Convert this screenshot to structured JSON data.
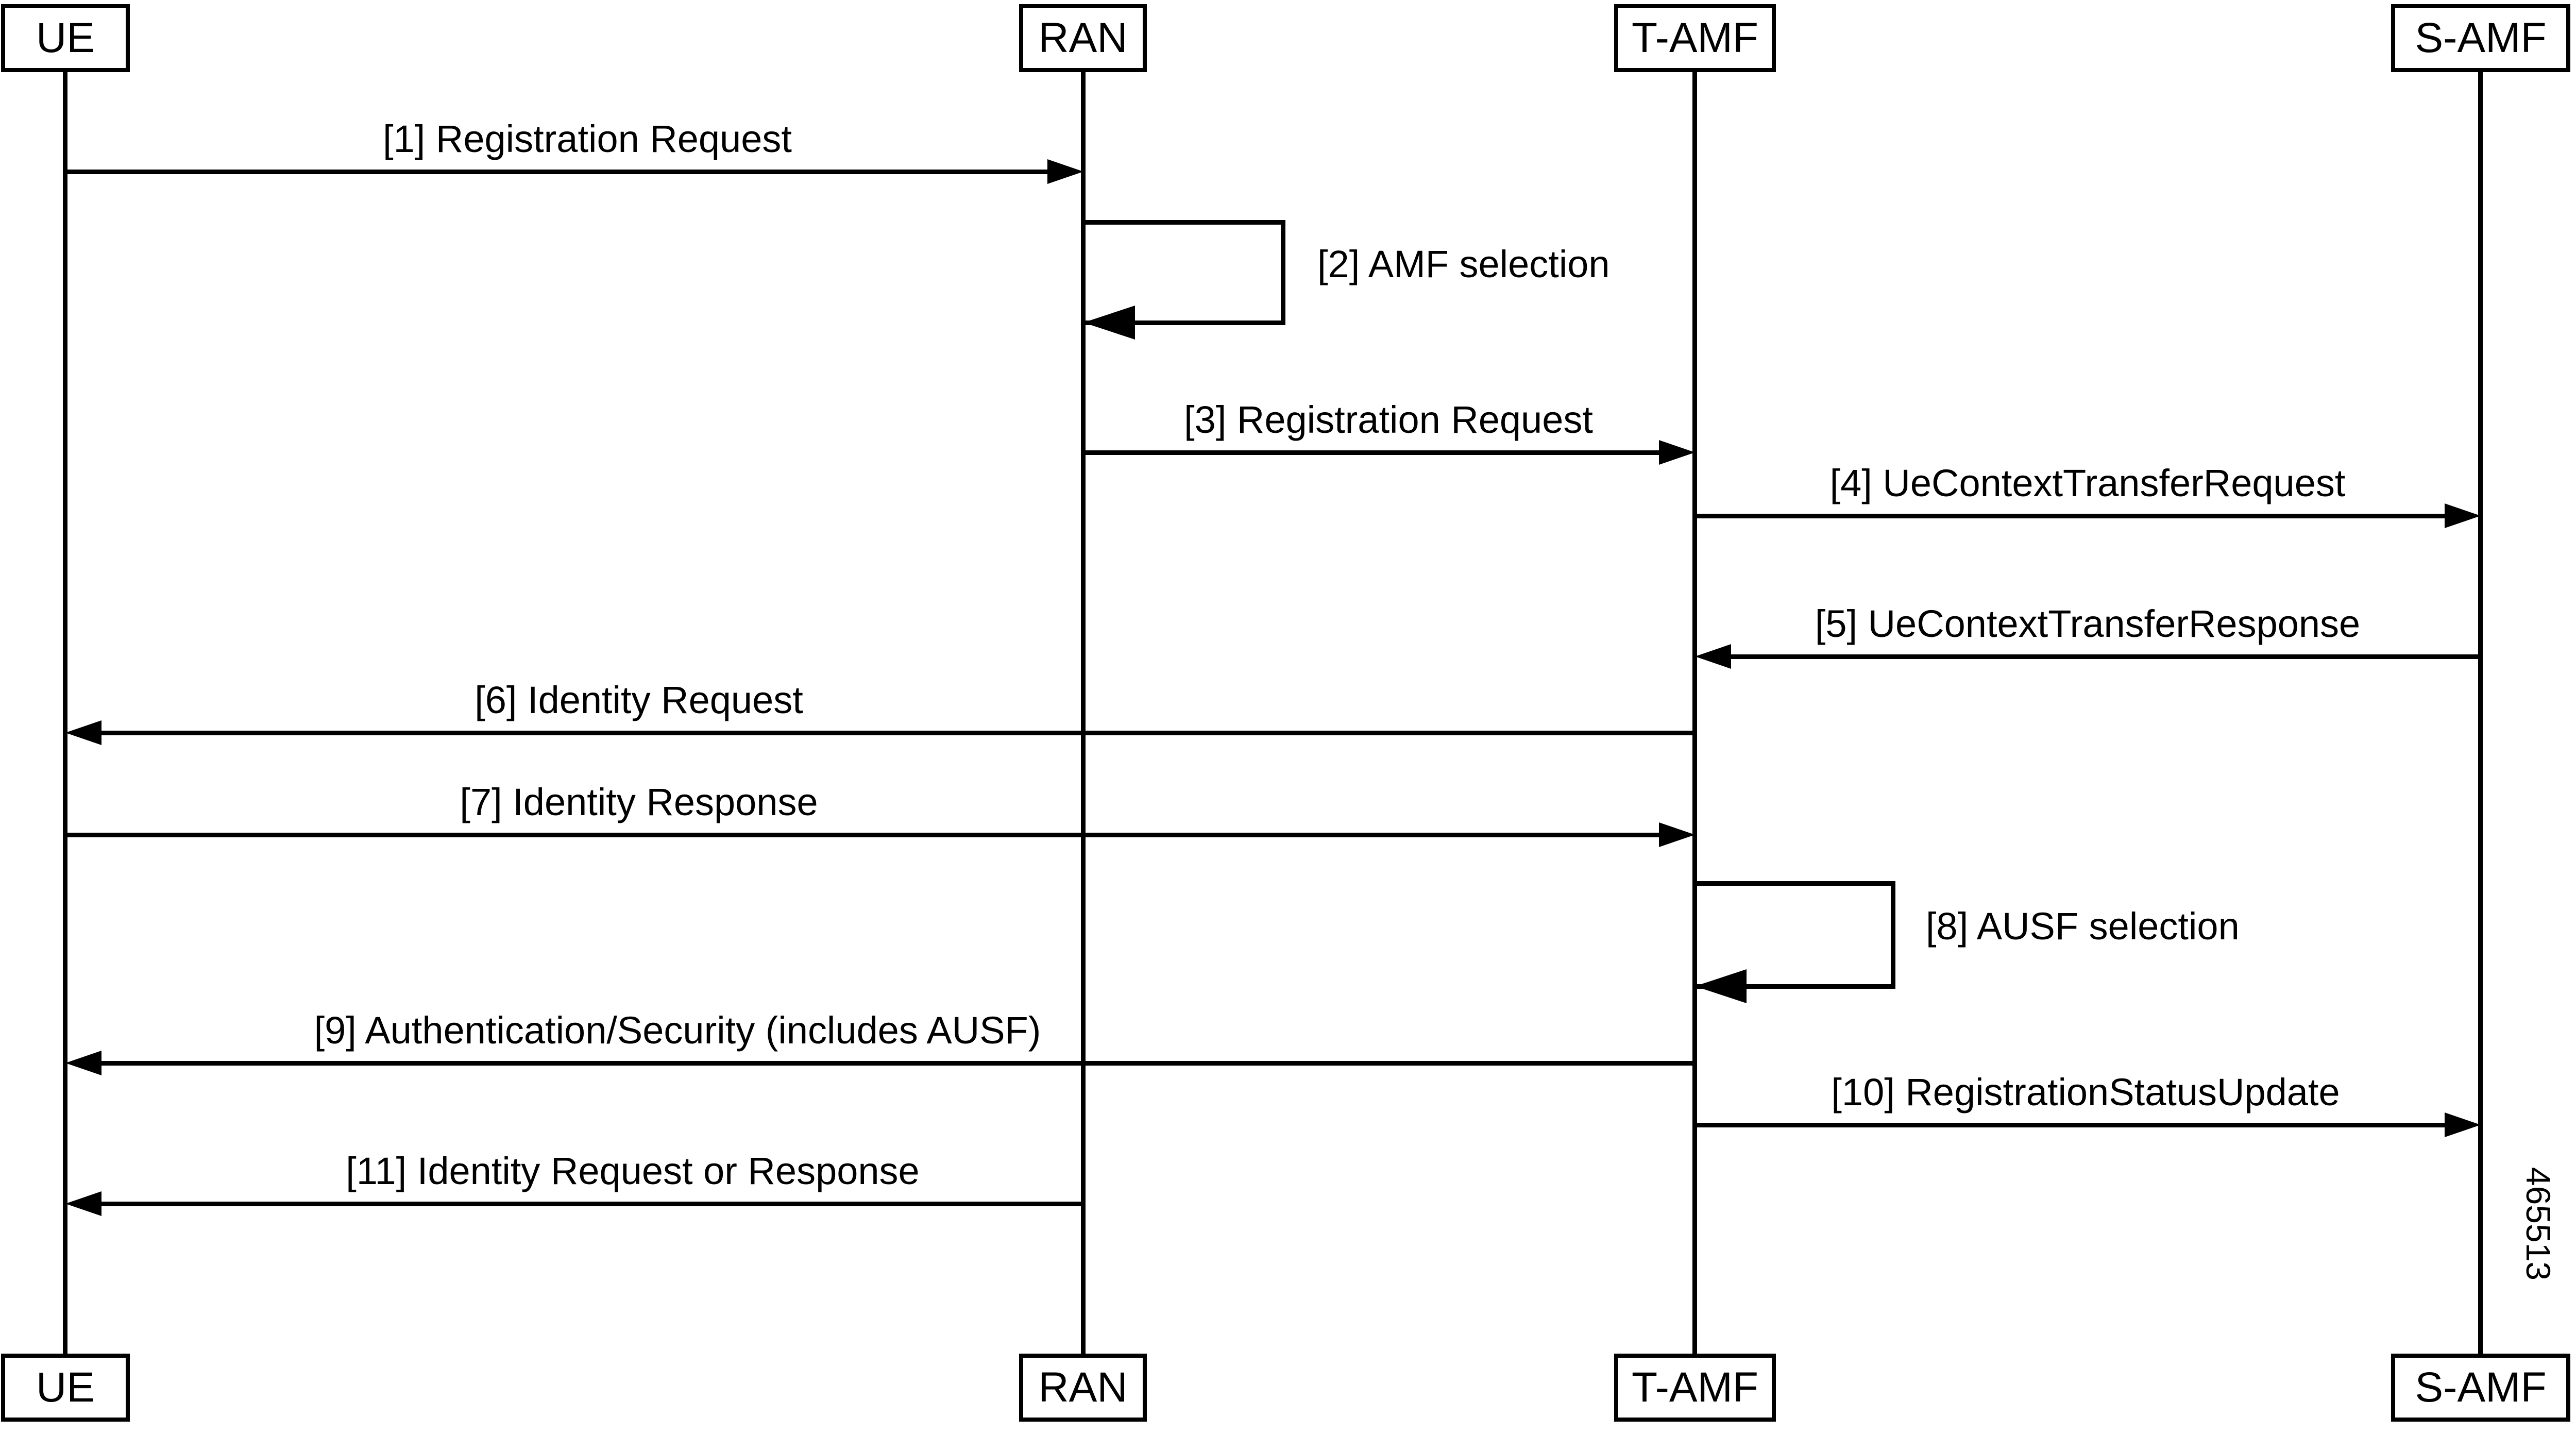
{
  "diagram": {
    "type": "sequence-diagram",
    "actors": [
      {
        "id": "ue",
        "label": "UE"
      },
      {
        "id": "ran",
        "label": "RAN"
      },
      {
        "id": "t-amf",
        "label": "T-AMF"
      },
      {
        "id": "s-amf",
        "label": "S-AMF"
      }
    ],
    "messages": [
      {
        "seq": 1,
        "label": "[1] Registration Request",
        "from": "UE",
        "to": "RAN",
        "kind": "message"
      },
      {
        "seq": 2,
        "label": "[2] AMF selection",
        "from": "RAN",
        "to": "RAN",
        "kind": "self"
      },
      {
        "seq": 3,
        "label": "[3] Registration Request",
        "from": "RAN",
        "to": "T-AMF",
        "kind": "message"
      },
      {
        "seq": 4,
        "label": "[4] UeContextTransferRequest",
        "from": "T-AMF",
        "to": "S-AMF",
        "kind": "message"
      },
      {
        "seq": 5,
        "label": "[5] UeContextTransferResponse",
        "from": "S-AMF",
        "to": "T-AMF",
        "kind": "message"
      },
      {
        "seq": 6,
        "label": "[6] Identity Request",
        "from": "T-AMF",
        "to": "UE",
        "kind": "message"
      },
      {
        "seq": 7,
        "label": "[7] Identity Response",
        "from": "UE",
        "to": "T-AMF",
        "kind": "message"
      },
      {
        "seq": 8,
        "label": "[8] AUSF selection",
        "from": "T-AMF",
        "to": "T-AMF",
        "kind": "self"
      },
      {
        "seq": 9,
        "label": "[9] Authentication/Security (includes AUSF)",
        "from": "T-AMF",
        "to": "UE",
        "kind": "message"
      },
      {
        "seq": 10,
        "label": "[10] RegistrationStatusUpdate",
        "from": "T-AMF",
        "to": "S-AMF",
        "kind": "message"
      },
      {
        "seq": 11,
        "label": "[11] Identity Request or Response",
        "from": "RAN",
        "to": "UE",
        "kind": "message"
      }
    ],
    "figure_number": "465513",
    "colors": {
      "line": "#000000",
      "background": "#ffffff"
    }
  }
}
